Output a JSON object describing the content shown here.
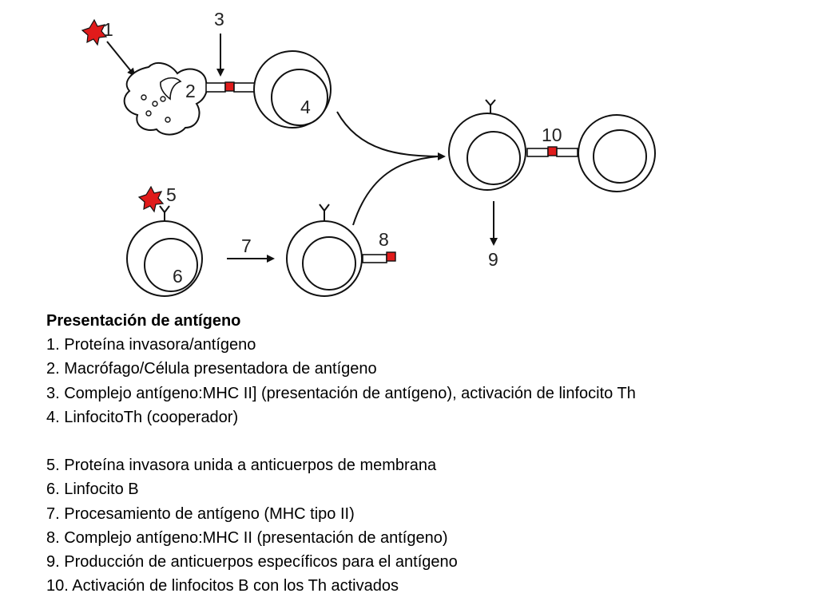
{
  "colors": {
    "antigen": "#e01b1b",
    "outline": "#111111",
    "mhc_box": "#ffffff"
  },
  "diagram": {
    "number_labels": {
      "n1": "1",
      "n2": "2",
      "n3": "3",
      "n4": "4",
      "n5": "5",
      "n6": "6",
      "n7": "7",
      "n8": "8",
      "n9": "9",
      "n10": "10"
    }
  },
  "legend": {
    "title": "Presentación de antígeno",
    "items": [
      "1. Proteína invasora/antígeno",
      "2. Macrófago/Célula presentadora de antígeno",
      "3. Complejo antígeno:MHC II] (presentación de antígeno), activación de linfocito Th",
      "4. LinfocitoTh (cooperador)",
      "5. Proteína invasora unida a anticuerpos de membrana",
      "6. Linfocito B",
      "7. Procesamiento de antígeno (MHC tipo II)",
      "8. Complejo antígeno:MHC II (presentación de antígeno)",
      "9. Producción de anticuerpos específicos para el antígeno",
      "10. Activación de linfocitos B con los Th activados"
    ]
  }
}
